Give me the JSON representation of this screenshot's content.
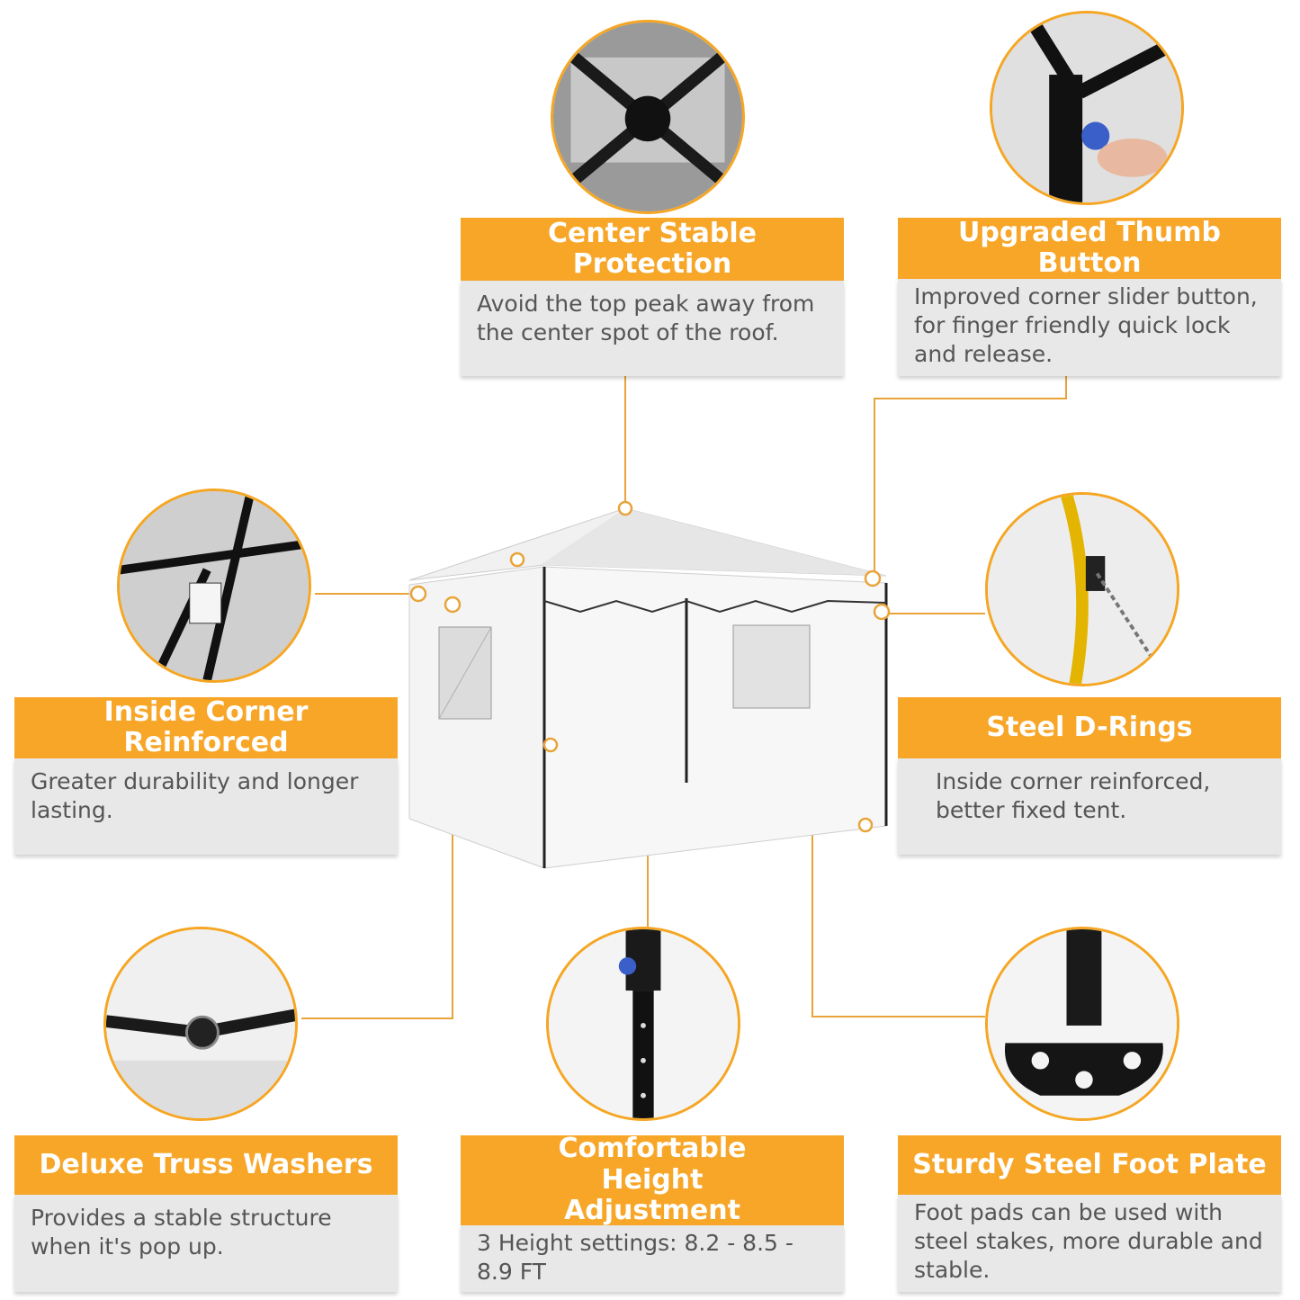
{
  "features": [
    {
      "id": "center",
      "icon": "tent-roof-center-icon",
      "title": "Center Stable Protection",
      "desc": "Avoid the top peak away from the center spot of the roof."
    },
    {
      "id": "thumb",
      "icon": "thumb-button-icon",
      "title": "Upgraded Thumb Button",
      "desc": "Improved corner slider button, for finger friendly quick lock and release."
    },
    {
      "id": "corner",
      "icon": "inside-corner-icon",
      "title": "Inside Corner Reinforced",
      "desc": "Greater durability and longer lasting."
    },
    {
      "id": "drings",
      "icon": "d-ring-icon",
      "title": "Steel D-Rings",
      "desc": "Inside corner reinforced, better fixed tent."
    },
    {
      "id": "truss",
      "icon": "truss-washer-icon",
      "title": "Deluxe Truss Washers",
      "desc": "Provides a stable structure when it's pop up."
    },
    {
      "id": "height",
      "icon": "height-leg-icon",
      "title": "Comfortable Height Adjustment",
      "desc": "3 Height settings: 8.2 - 8.5 - 8.9 FT"
    },
    {
      "id": "foot",
      "icon": "foot-plate-icon",
      "title": "Sturdy Steel Foot Plate",
      "desc": "Foot pads can be used with steel stakes, more durable and stable."
    }
  ],
  "colors": {
    "accent": "#f7a628",
    "card_bg": "#e8e8e8",
    "text": "#555555"
  }
}
